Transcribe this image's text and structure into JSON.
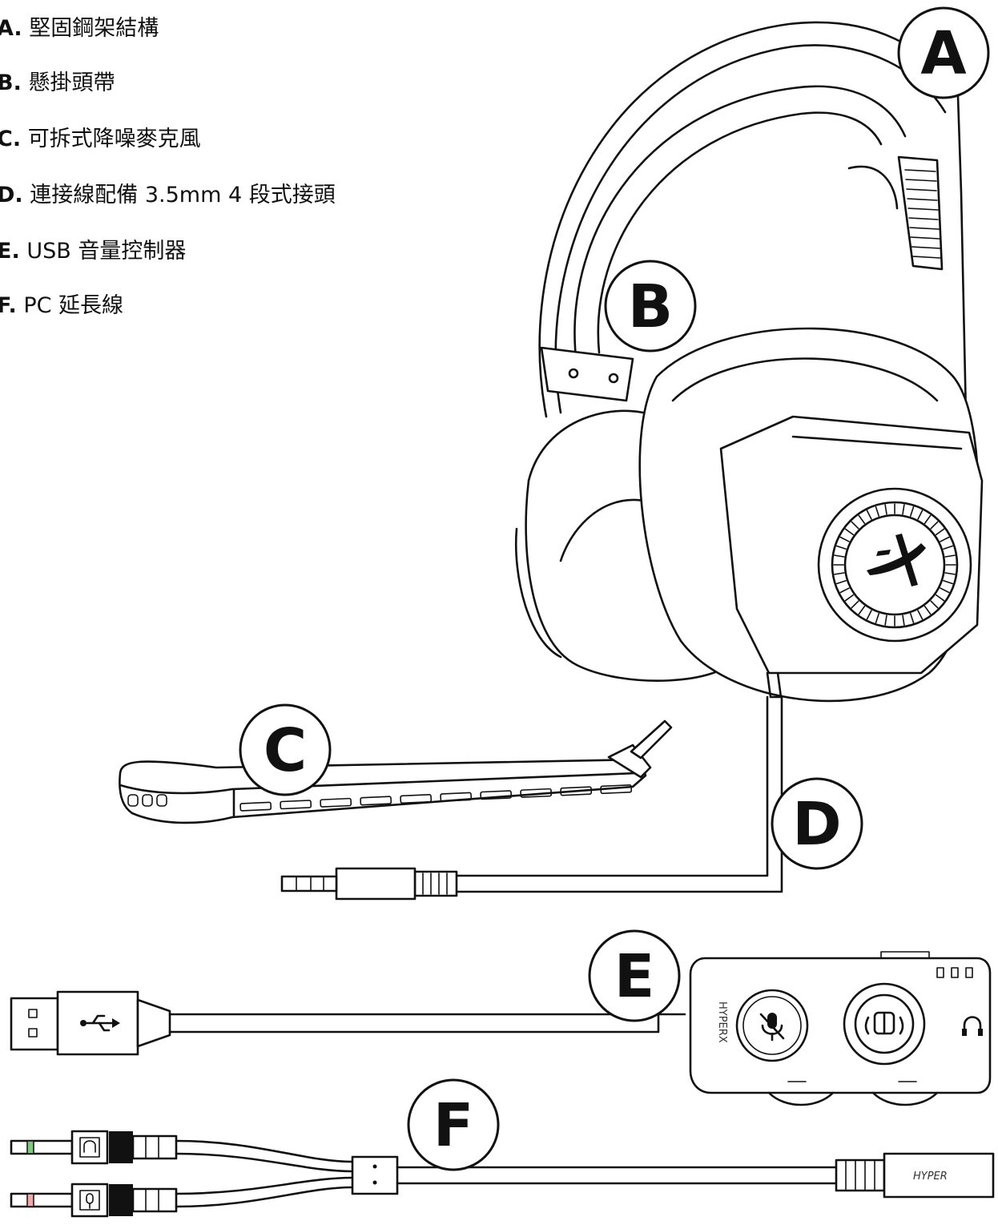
{
  "parts": [
    {
      "letter": "A",
      "separator": ".",
      "text": "堅固鋼架結構"
    },
    {
      "letter": "B",
      "separator": ".",
      "text": "懸掛頭帶"
    },
    {
      "letter": "C",
      "separator": ".",
      "text": "可拆式降噪麥克風"
    },
    {
      "letter": "D",
      "separator": ".",
      "text": "連接線配備 3.5mm 4 段式接頭"
    },
    {
      "letter": "E",
      "separator": ".",
      "text": "USB 音量控制器"
    },
    {
      "letter": "F",
      "separator": ".",
      "text": "PC 延長線"
    }
  ],
  "callouts": {
    "a": "A",
    "b": "B",
    "c": "C",
    "d": "D",
    "e": "E",
    "f": "F"
  },
  "brand_marks": {
    "controller_side": "HYPERX",
    "adapter_body": "HYPER"
  },
  "icons": [
    "usb-icon",
    "mic-mute-icon",
    "surround-7-1-icon",
    "headphone-icon",
    "hyperx-logo-icon"
  ]
}
